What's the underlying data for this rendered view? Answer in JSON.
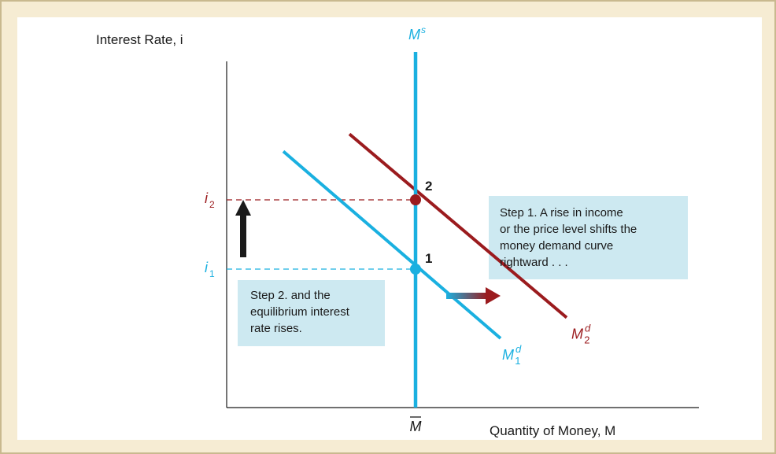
{
  "chart_data": {
    "type": "line",
    "ylabel": "Interest Rate, i",
    "xlabel": "Quantity of Money, M",
    "xlim": [
      0,
      10
    ],
    "ylim": [
      0,
      10
    ],
    "money_supply": {
      "name": "Ms",
      "label_main": "M",
      "label_sup": "s",
      "x": 4.0,
      "color": "#1ab0e0"
    },
    "money_demand": [
      {
        "name": "Md1",
        "label_main": "M",
        "label_sup": "d",
        "label_sub": "1",
        "color": "#1ab0e0",
        "points": [
          [
            1.2,
            7.4
          ],
          [
            5.8,
            2.0
          ]
        ]
      },
      {
        "name": "Md2",
        "label_main": "M",
        "label_sup": "d",
        "label_sub": "2",
        "color": "#9b1b1e",
        "points": [
          [
            2.6,
            7.9
          ],
          [
            7.2,
            2.6
          ]
        ]
      }
    ],
    "equilibria": [
      {
        "label": "1",
        "x": 4.0,
        "y": 4.0,
        "color": "#1ab0e0",
        "rate_main": "i",
        "rate_sub": "1"
      },
      {
        "label": "2",
        "x": 4.0,
        "y": 6.0,
        "color": "#9b1b1e",
        "rate_main": "i",
        "rate_sub": "2"
      }
    ],
    "x_tick": {
      "main": "M",
      "x": 4.0
    },
    "annotations": {
      "step1": [
        "Step 1. A rise in income",
        "or the price level shifts the",
        "money demand curve",
        "rightward . . ."
      ],
      "step2": [
        "Step 2. and the",
        "equilibrium interest",
        "rate rises."
      ]
    },
    "colors": {
      "supply": "#1ab0e0",
      "demand2": "#9b1b1e",
      "axis": "#1a1a1a",
      "box": "#cde9f1",
      "arrow_up": "#1a1a1a"
    }
  }
}
